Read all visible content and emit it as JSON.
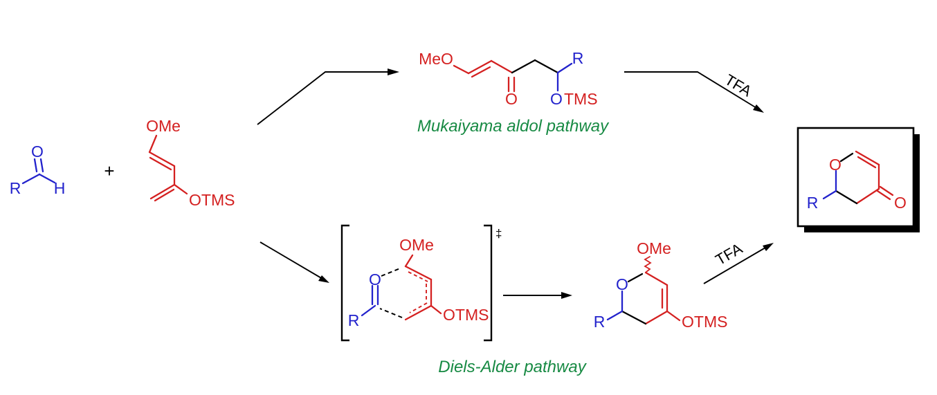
{
  "colors": {
    "aldehyde_blue": "#2222cc",
    "diene_red": "#d42020",
    "caption_green": "#178a43",
    "new_bond_black": "#000000"
  },
  "reactants": {
    "aldehyde": {
      "r_label": "R",
      "o_label": "O",
      "h_label": "H"
    },
    "plus_sign": "+",
    "diene": {
      "ome_label": "OMe",
      "otms_label": "OTMS"
    }
  },
  "mukaiyama_pathway": {
    "caption": "Mukaiyama aldol pathway",
    "tfa_label": "TFA",
    "adduct": {
      "meo_label": "MeO",
      "ketone_o_label": "O",
      "r_label": "R",
      "silyl_o_label": "O",
      "tms_label": "TMS"
    }
  },
  "diels_alder_pathway": {
    "caption": "Diels-Alder pathway",
    "tfa_label": "TFA",
    "transition_state": {
      "ome_label": "OMe",
      "ring_o_label": "O",
      "r_label": "R",
      "otms_label": "OTMS",
      "double_dagger": "‡"
    },
    "intermediate": {
      "ome_label": "OMe",
      "ring_o_label": "O",
      "r_label": "R",
      "otms_label": "OTMS"
    }
  },
  "product": {
    "ring_o_label": "O",
    "r_label": "R",
    "ketone_o_label": "O"
  }
}
